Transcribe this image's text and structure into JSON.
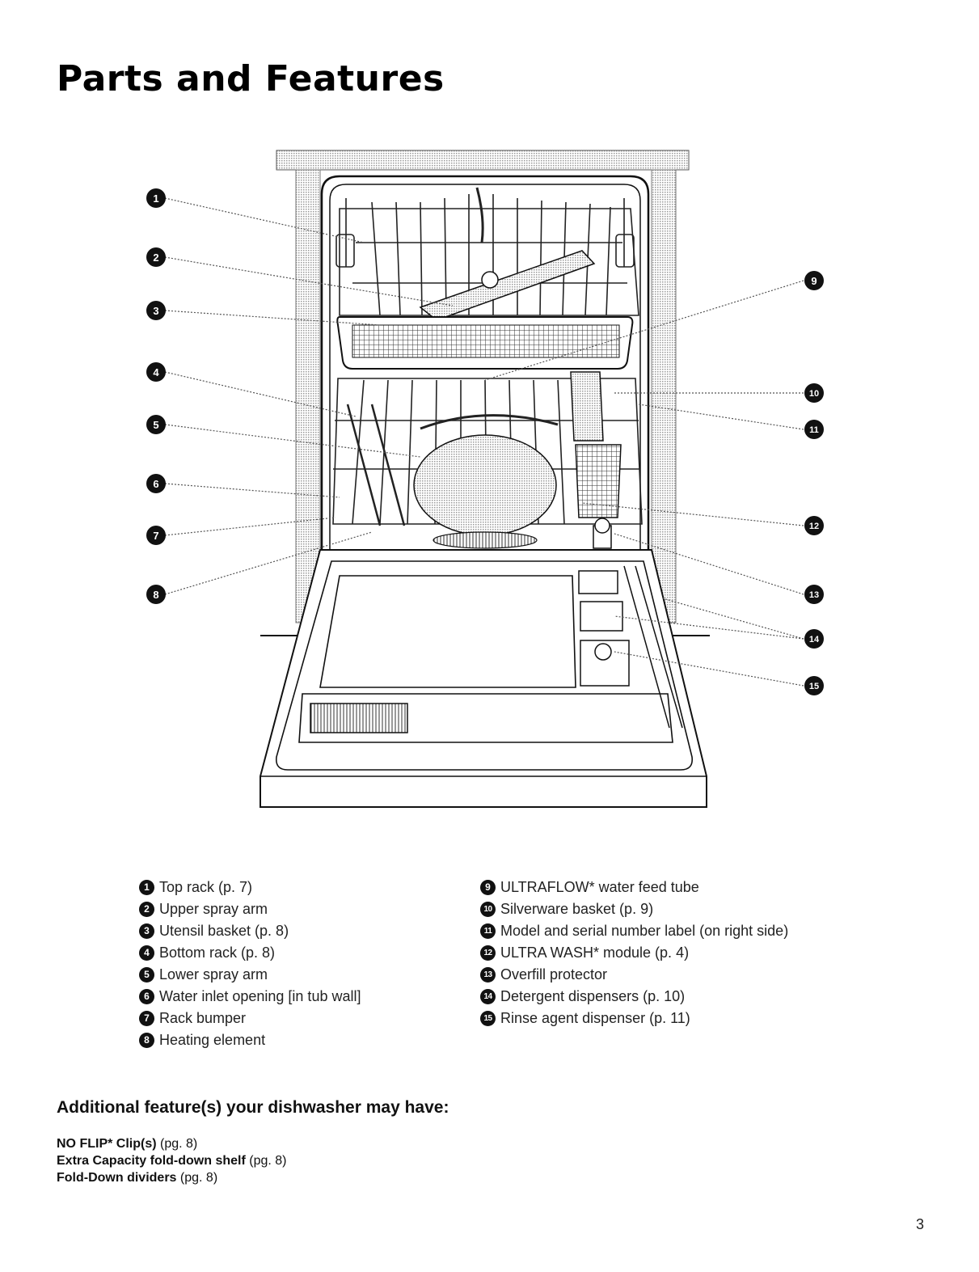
{
  "title": "Parts and Features",
  "callouts": [
    "1",
    "2",
    "3",
    "4",
    "5",
    "6",
    "7",
    "8",
    "9",
    "10",
    "11",
    "12",
    "13",
    "14",
    "15"
  ],
  "legend_left": [
    {
      "num": "1",
      "text": "Top rack (p. 7)"
    },
    {
      "num": "2",
      "text": "Upper spray arm"
    },
    {
      "num": "3",
      "text": "Utensil basket (p. 8)"
    },
    {
      "num": "4",
      "text": "Bottom rack (p. 8)"
    },
    {
      "num": "5",
      "text": "Lower spray arm"
    },
    {
      "num": "6",
      "text": "Water inlet opening [in tub wall]"
    },
    {
      "num": "7",
      "text": "Rack bumper"
    },
    {
      "num": "8",
      "text": "Heating element"
    }
  ],
  "legend_right": [
    {
      "num": "9",
      "text": "ULTRAFLOW* water feed tube"
    },
    {
      "num": "10",
      "text": "Silverware basket (p. 9)"
    },
    {
      "num": "11",
      "text": "Model and serial number label (on right side)"
    },
    {
      "num": "12",
      "text": "ULTRA WASH* module (p. 4)"
    },
    {
      "num": "13",
      "text": "Overfill protector"
    },
    {
      "num": "14",
      "text": "Detergent dispensers (p. 10)"
    },
    {
      "num": "15",
      "text": "Rinse agent dispenser (p. 11)"
    }
  ],
  "additional": {
    "heading": "Additional feature(s) your dishwasher may have:",
    "items": [
      {
        "bold": "NO FLIP* Clip(s)",
        "ref": " (pg. 8)"
      },
      {
        "bold": "Extra Capacity fold-down shelf",
        "ref": " (pg. 8)"
      },
      {
        "bold": "Fold-Down dividers",
        "ref": " (pg. 8)"
      }
    ]
  },
  "page_number": "3",
  "colors": {
    "ink": "#111111",
    "grey_pattern": "#b8b8b8",
    "page": "#ffffff"
  }
}
